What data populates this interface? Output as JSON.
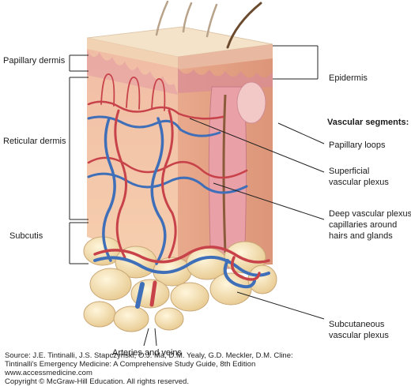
{
  "labels": {
    "papillary_dermis": "Papillary dermis",
    "reticular_dermis": "Reticular dermis",
    "subcutis": "Subcutis",
    "epidermis": "Epidermis",
    "vascular_segments": "Vascular segments:",
    "papillary_loops": "Papillary loops",
    "superficial_1": "Superficial",
    "superficial_2": "vascular plexus",
    "deep_1": "Deep vascular plexus",
    "deep_2": "capillaries around",
    "deep_3": "hairs and glands",
    "subcutaneous_1": "Subcutaneous",
    "subcutaneous_2": "vascular plexus",
    "arteries_veins": "Arteries and veins"
  },
  "credits": {
    "line1": "Source: J.E. Tintinalli, J.S. Stapczynski, O.J. Ma, D.M. Yealy, G.D. Meckler, D.M. Cline:",
    "line2": "Tintinalli's Emergency Medicine: A Comprehensive Study Guide, 8th Edition",
    "line3": "www.accessmedicine.com",
    "line4": "Copyright © McGraw-Hill Education.  All rights reserved."
  },
  "colors": {
    "artery": "#c8424a",
    "vein": "#3f6fb8",
    "dermis": "#f3c6a6",
    "epidermis": "#f5dfc0",
    "fat": "#f2dcae",
    "hair": "#6b4a2e"
  }
}
